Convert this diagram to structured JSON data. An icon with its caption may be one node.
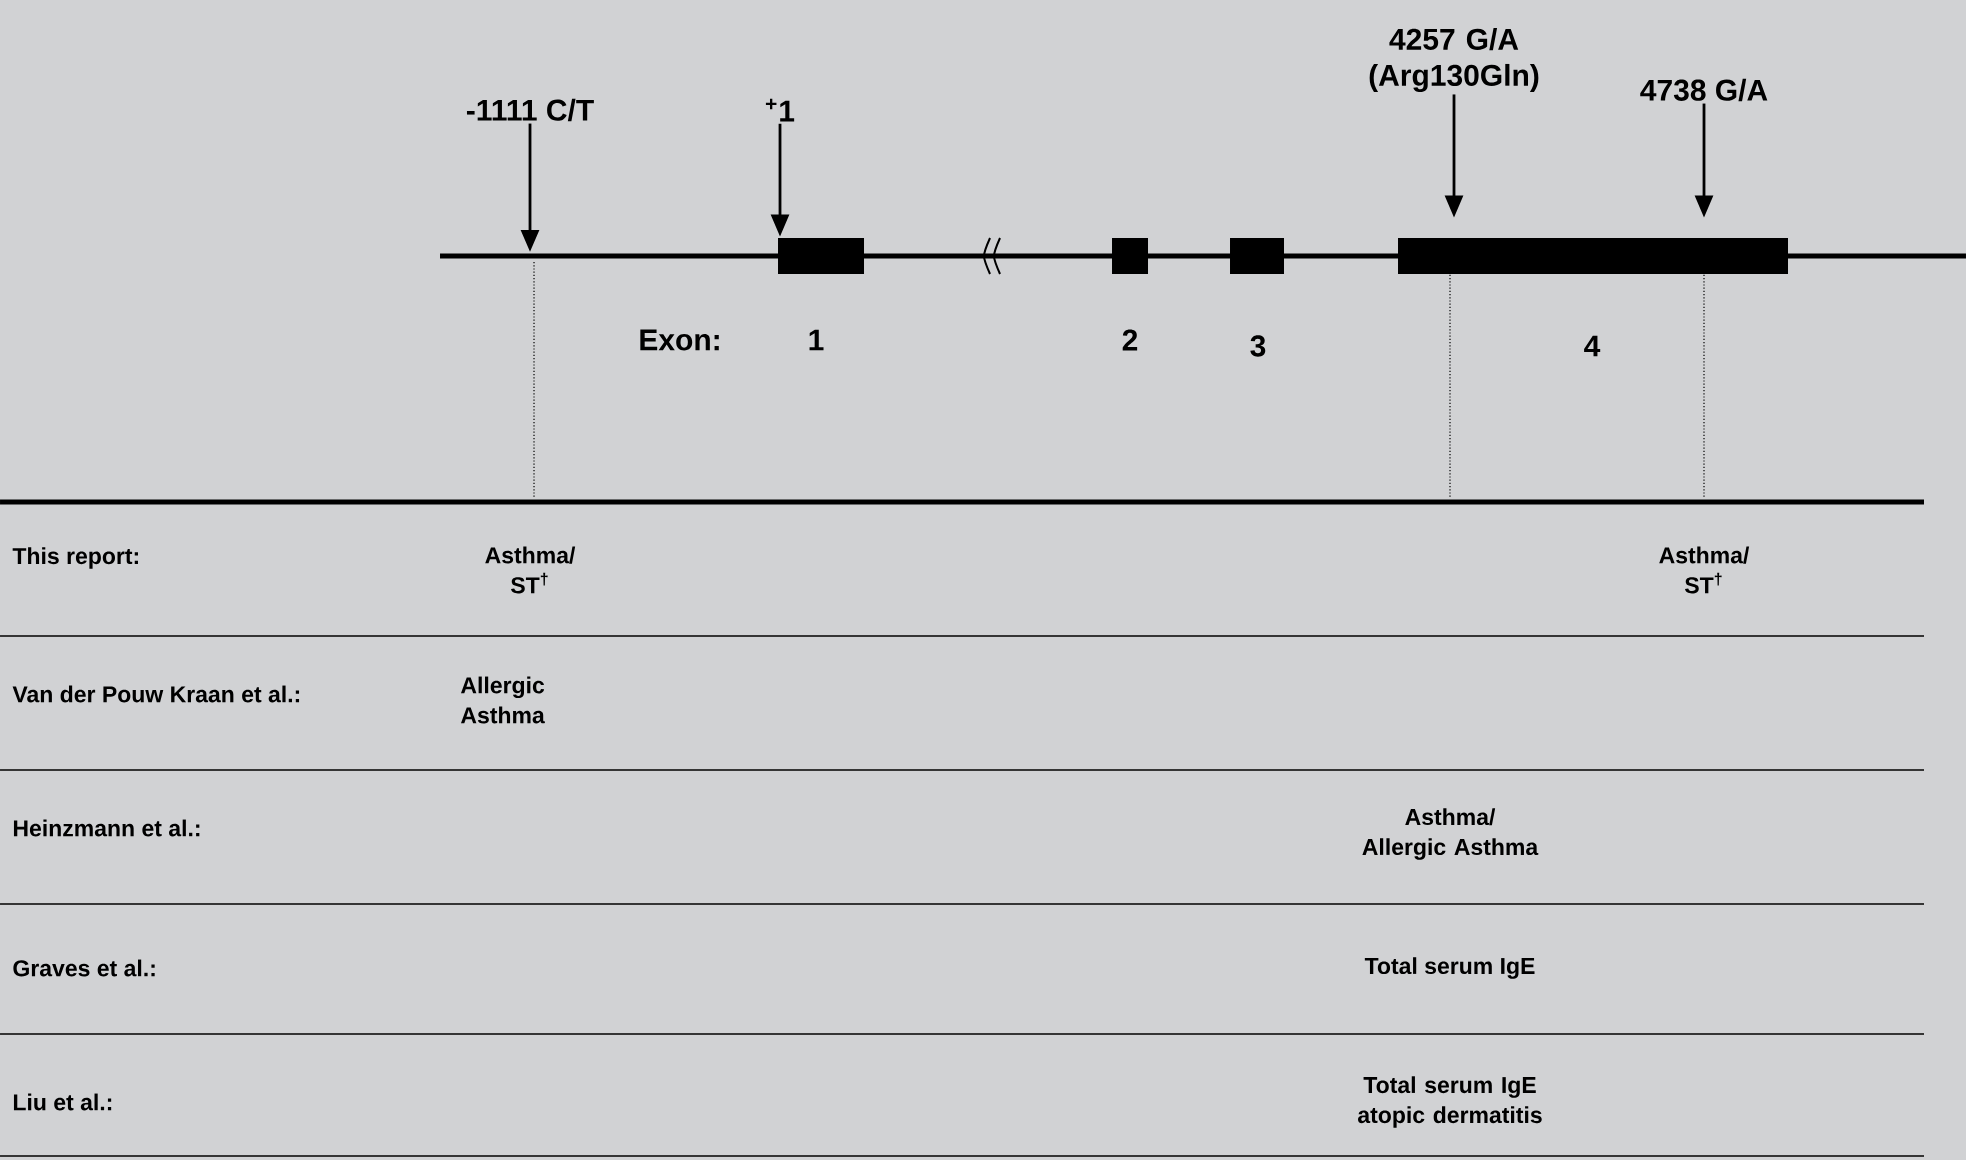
{
  "diagram": {
    "nodes": [
      {
        "text": [
          "-1111 C/T"
        ]
      },
      {
        "text": [
          "$^{+}$1"
        ]
      },
      {
        "text": [
          "4257 G/A (Arg130Gln)"
        ]
      },
      {
        "text": [
          "4738 G/A"
        ]
      },
      {
        "text": [],
        "shape": "bar"
      },
      {
        "text": [],
        "shape": "bar"
      },
      {
        "text": [],
        "shape": "bar"
      },
      {
        "text": [],
        "shape": "bar"
      }
    ],
    "edges": [
      {
        "from": 0,
        "to": null,
        "arrow": "to"
      },
      {
        "from": 1,
        "to": 4,
        "arrow": "to"
      },
      {
        "from": 2,
        "to": 7,
        "arrow": "to"
      },
      {
        "from": 3,
        "to": 7,
        "arrow": "to"
      }
    ],
    "labels": [
      "Exon:",
      "1",
      "2",
      "3",
      "4",
      "This report:",
      "Asthma/ ST$^{†}$",
      "Asthma/ ST$^{†}$",
      "Van der Pouw Kraan et al.:",
      "Allergic Asthma",
      "Heinzmann et al.:",
      "Asthma/ Allergic Asthma",
      "Graves et al.:",
      "Total serum IgE",
      "Liu et al.:",
      "Total serum IgE atopic dermatitis"
    ]
  }
}
